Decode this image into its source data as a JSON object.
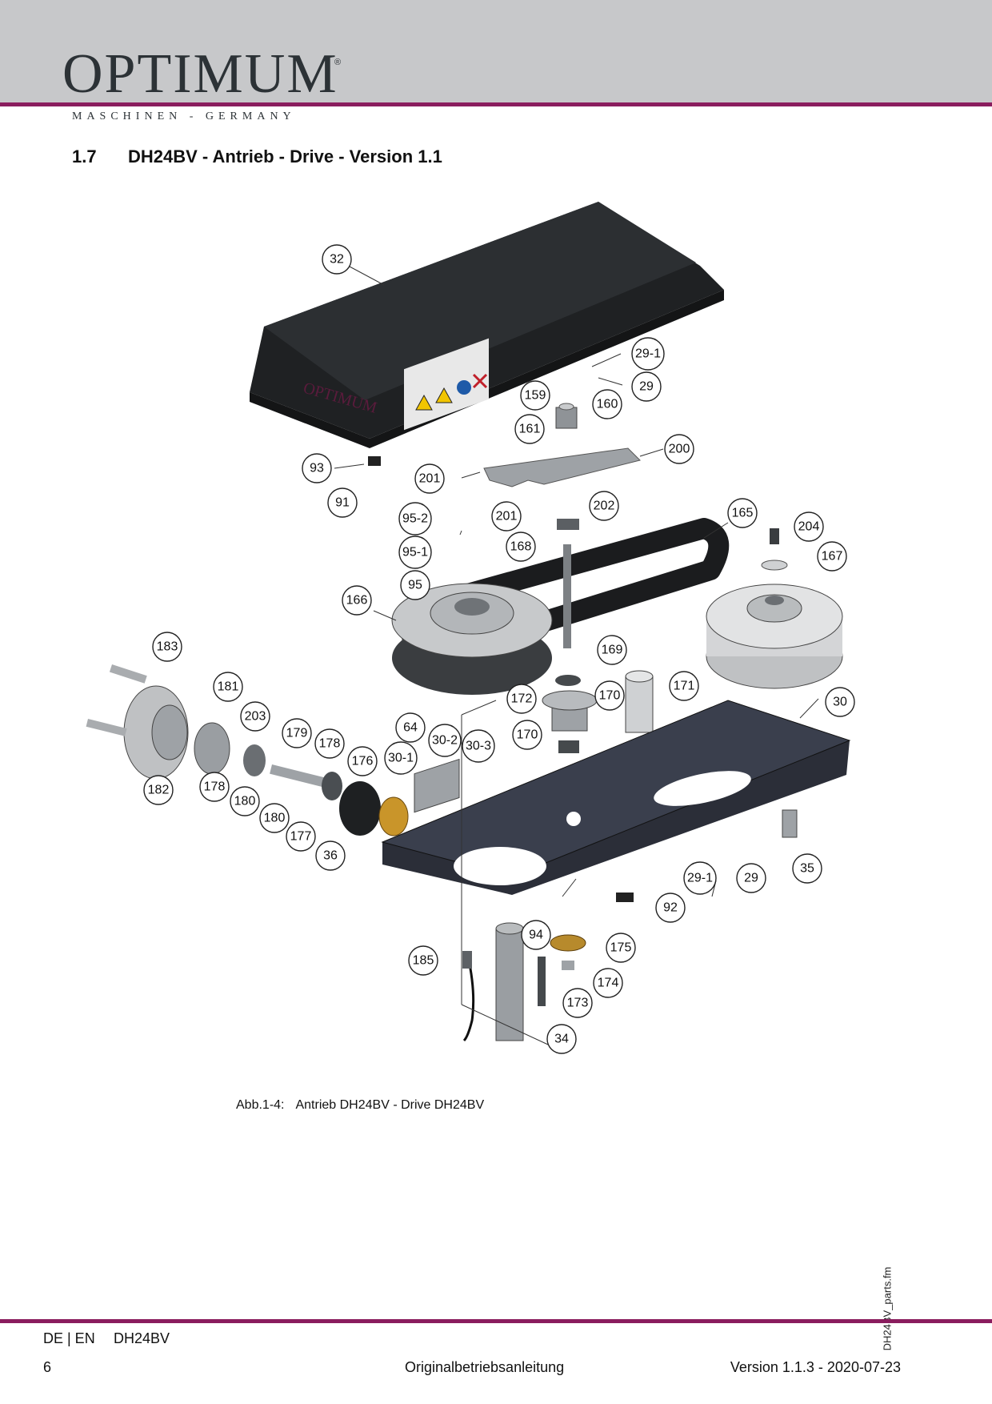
{
  "header": {
    "brand": "OPTIMUM",
    "registered": "®",
    "tagline": "MASCHINEN - GERMANY",
    "accent_color": "#8a1d5e",
    "band_color": "#c7c8ca"
  },
  "section": {
    "number": "1.7",
    "title": "DH24BV - Antrieb - Drive - Version 1.1"
  },
  "figure": {
    "cover_print": "OPTIMUM",
    "callouts": [
      "32",
      "29-1",
      "29",
      "159",
      "160",
      "161",
      "200",
      "93",
      "201",
      "91",
      "95-2",
      "201",
      "202",
      "165",
      "204",
      "167",
      "95-1",
      "168",
      "95",
      "166",
      "183",
      "169",
      "181",
      "172",
      "170",
      "171",
      "30",
      "203",
      "64",
      "30-2",
      "30-3",
      "170",
      "179",
      "178",
      "30-1",
      "176",
      "182",
      "178",
      "180",
      "180",
      "177",
      "36",
      "29-1",
      "29",
      "35",
      "92",
      "94",
      "175",
      "185",
      "174",
      "173",
      "34"
    ]
  },
  "caption": {
    "label": "Abb.1-4:",
    "text": "Antrieb DH24BV - Drive DH24BV"
  },
  "side_note": "DH24BV_parts.fm",
  "footer": {
    "lang": "DE | EN",
    "model": "DH24BV",
    "page": "6",
    "doc": "Originalbetriebsanleitung",
    "version": "Version 1.1.3 - 2020-07-23"
  }
}
